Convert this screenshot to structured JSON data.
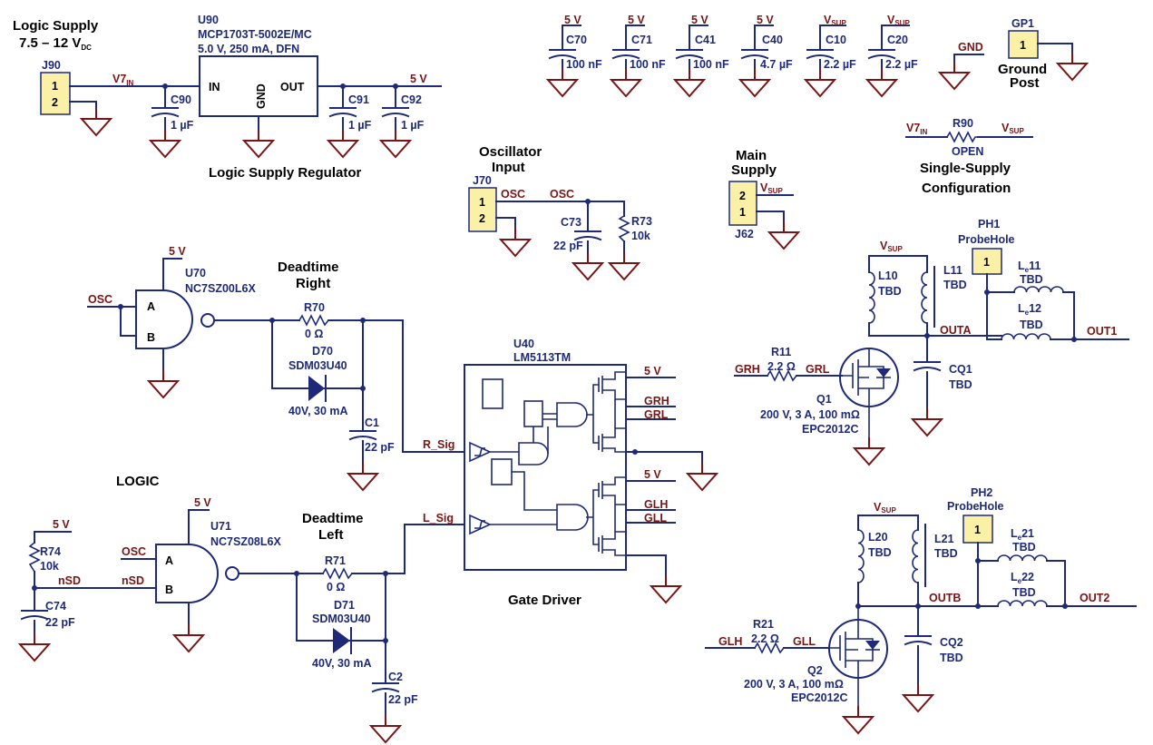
{
  "colors": {
    "wire": "#1e2a78",
    "net": "#7a1515",
    "connector": "#fbf1a6",
    "text": "#000000"
  },
  "headings": {
    "logic_supply": "Logic  Supply",
    "logic_supply_range": "7.5 – 12 V",
    "logic_supply_range_sub": "DC",
    "logic_supply_regulator": "Logic Supply Regulator",
    "oscillator_1": "Oscillator",
    "oscillator_2": "Input",
    "main_1": "Main",
    "main_2": "Supply",
    "single_1": "Single-Supply",
    "single_2": "Configuration",
    "ground_1": "Ground",
    "ground_2": "Post",
    "dt_right_1": "Deadtime",
    "dt_right_2": "Right",
    "dt_left_1": "Deadtime",
    "dt_left_2": "Left",
    "logic": "LOGIC",
    "gate_driver": "Gate  Driver"
  },
  "nets": {
    "v7": "V7",
    "v7_sub": "IN",
    "v5": "5 V",
    "vsup": "V",
    "vsup_sub": "SUP",
    "gnd": "GND",
    "osc": "OSC",
    "nsd": "nSD",
    "r_sig": "R_Sig",
    "l_sig": "L_Sig",
    "grh": "GRH",
    "grl": "GRL",
    "glh": "GLH",
    "gll": "GLL",
    "outa": "OUTA",
    "outb": "OUTB",
    "out1": "OUT1",
    "out2": "OUT2"
  },
  "pins": {
    "one": "1",
    "two": "2",
    "in": "IN",
    "gnd": "GND",
    "out": "OUT",
    "a": "A",
    "b": "B"
  },
  "parts": {
    "j90": "J90",
    "u90": "U90",
    "u90_pn": "MCP1703T-5002E/MC",
    "u90_spec": "5.0 V, 250 mA, DFN",
    "c90": "C90",
    "c91": "C91",
    "c92": "C92",
    "c_1uf": "1 µF",
    "c70": "C70",
    "c71": "C71",
    "c41": "C41",
    "c40": "C40",
    "c10": "C10",
    "c20": "C20",
    "c_100nf": "100 nF",
    "c_4u7": "4.7 µF",
    "c_2u2": "2.2 µF",
    "gp1": "GP1",
    "r90": "R90",
    "r90_val": "OPEN",
    "j70": "J70",
    "c73": "C73",
    "c73_val": "22 pF",
    "r73": "R73",
    "r73_val": "10k",
    "j62": "J62",
    "u70": "U70",
    "u70_pn": "NC7SZ00L6X",
    "r70": "R70",
    "r_0ohm": "0 Ω",
    "d70": "D70",
    "d_pn": "SDM03U40",
    "d_spec": "40V, 30 mA",
    "c1": "C1",
    "c_22pf": "22 pF",
    "u71": "U71",
    "u71_pn": "NC7SZ08L6X",
    "r71": "R71",
    "d71": "D71",
    "c2": "C2",
    "r74": "R74",
    "r74_val": "10k",
    "c74": "C74",
    "c74_val": "22 pF",
    "u40": "U40",
    "u40_pn": "LM5113TM",
    "ph1": "PH1",
    "ph2": "PH2",
    "probehole": "ProbeHole",
    "l10": "L10",
    "l11": "L11",
    "l20": "L20",
    "l21": "L21",
    "tbd": "TBD",
    "le_l": "L",
    "le_e": "e",
    "le11": "11",
    "le12": "12",
    "le21": "21",
    "le22": "22",
    "r11": "R11",
    "r21": "R21",
    "r_2r2": "2.2 Ω",
    "q1": "Q1",
    "q2": "Q2",
    "q_spec": "200 V, 3 A, 100 mΩ",
    "q_pn": "EPC2012C",
    "cq1": "CQ1",
    "cq2": "CQ2"
  }
}
